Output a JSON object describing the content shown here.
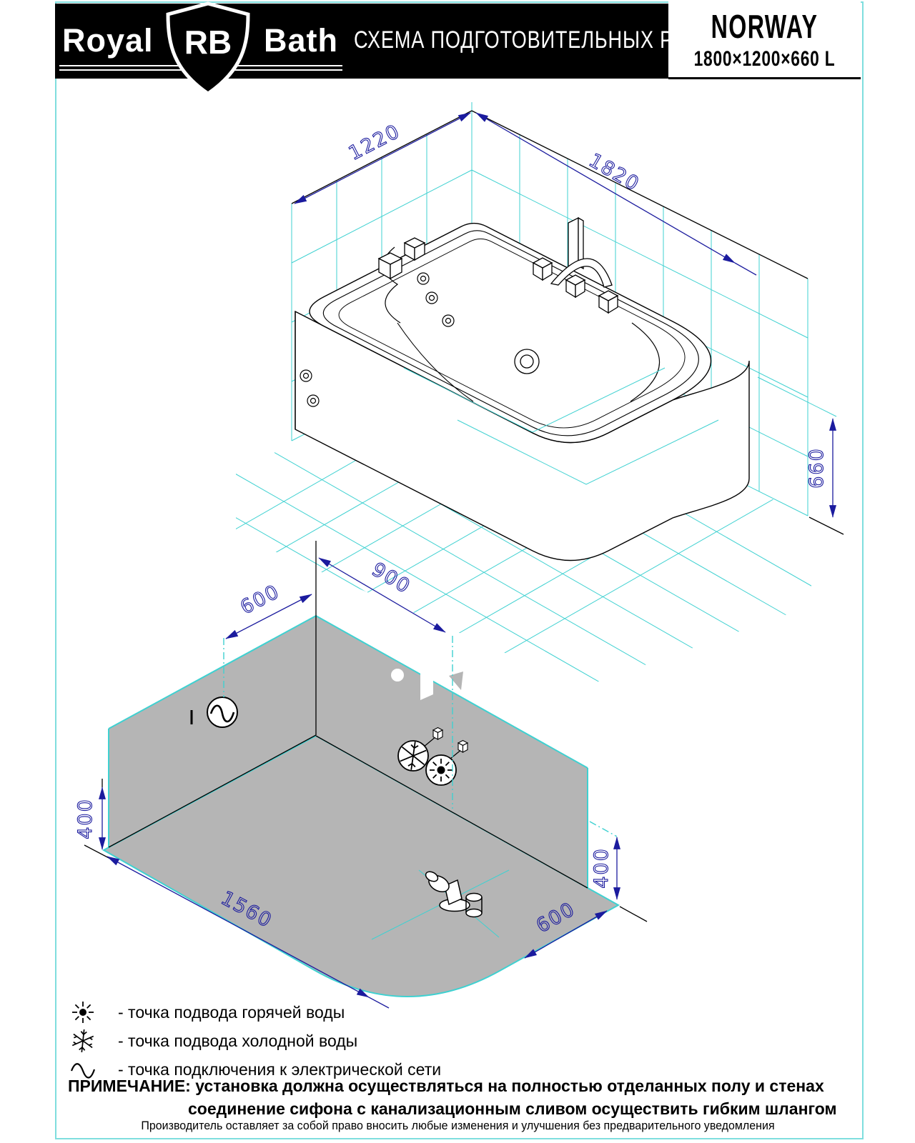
{
  "header": {
    "brand_left": "Royal",
    "brand_shield": "RB",
    "brand_right": "Bath",
    "title": "СХЕМА ПОДГОТОВИТЕЛЬНЫХ РАБОТ",
    "model_name": "NORWAY",
    "model_size": "1800×1200×660 L"
  },
  "top_diagram": {
    "dim_width": "1220",
    "dim_length": "1820",
    "dim_height": "660"
  },
  "bottom_diagram": {
    "dim_offset_left": "600",
    "dim_offset_right": "900",
    "dim_height_left": "400",
    "dim_length": "1560",
    "dim_height_right": "400",
    "dim_drain_offset": "600"
  },
  "legend": [
    {
      "icon": "hot-water-icon",
      "label": "- точка подвода горячей воды"
    },
    {
      "icon": "cold-water-icon",
      "label": "- точка подвода холодной воды"
    },
    {
      "icon": "electric-icon",
      "label": "- точка подключения к электрической сети"
    }
  ],
  "note": {
    "prefix": "ПРИМЕЧАНИЕ:",
    "line1": " установка должна осуществляться на полностью отделанных полу и стенах",
    "line2": "соединение сифона с канализационным сливом осуществить гибким шлангом"
  },
  "footer": "Производитель оставляет за собой право вносить любые изменения и улучшения без предварительного уведомления",
  "colors": {
    "tile_cyan": "#3fd1d1",
    "frame_cyan": "#7fdede",
    "dimension_navy": "#1b1b9e",
    "wall_gray": "#b5b5b5",
    "header_black": "#000000"
  }
}
